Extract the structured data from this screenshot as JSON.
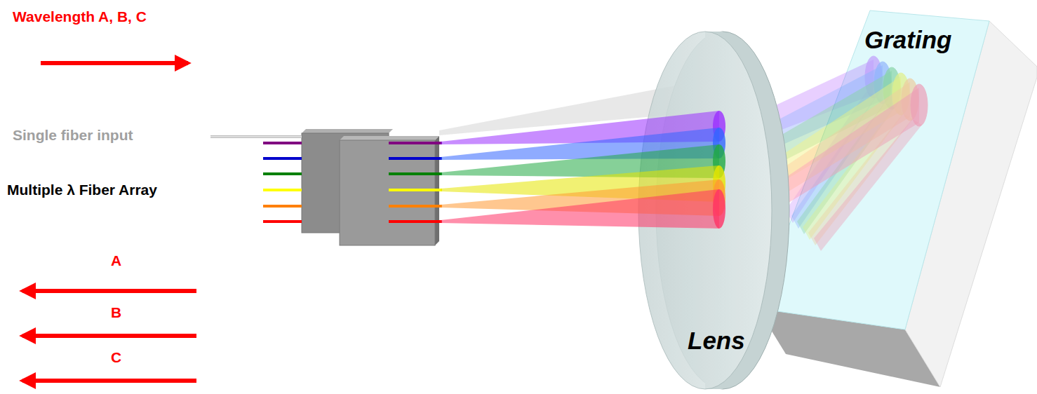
{
  "diagram": {
    "labels": [
      "Wavelength A, B, C",
      "Single fiber input",
      "Multiple λ Fiber Array",
      "A",
      "B",
      "C",
      "Lens",
      "Grating"
    ]
  }
}
